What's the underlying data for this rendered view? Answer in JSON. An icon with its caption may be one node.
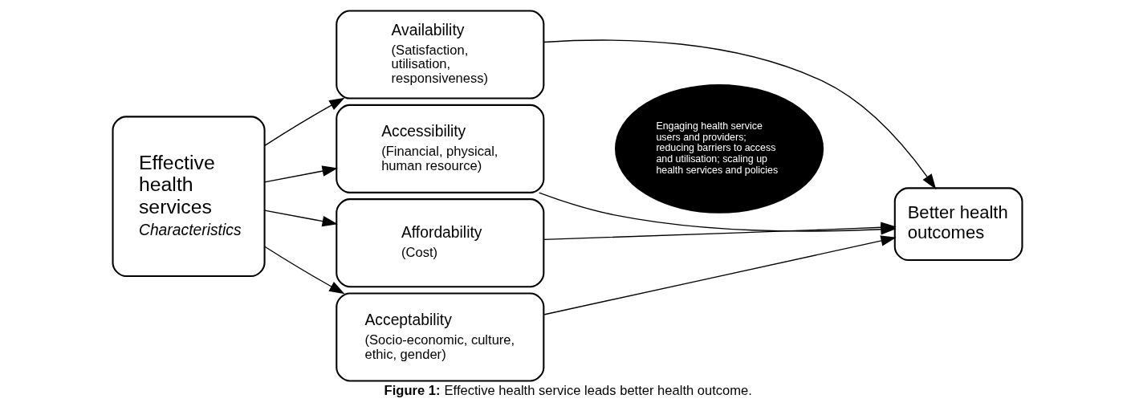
{
  "diagram": {
    "caption": "**Figure 1:** Effective health service leads better health outcome.",
    "nodes": [
      {
        "text": [
          "Effective health services",
          "Characteristics"
        ]
      },
      {
        "text": [
          "Availability",
          "(Satisfaction, utilisation, responsiveness)"
        ]
      },
      {
        "text": [
          "Accessibility",
          "(Financial, physical, human resource)"
        ]
      },
      {
        "text": [
          "Affordability",
          "(Cost)"
        ]
      },
      {
        "text": [
          "Acceptability",
          "(Socio-economic, culture, ethic, gender)"
        ]
      },
      {
        "text": [
          "Engaging health service users and providers; reducing barriers to access and utilisation; scaling up health services and policies"
        ]
      },
      {
        "text": [
          "Better health outcomes"
        ]
      }
    ],
    "edges": [
      {
        "from": 0,
        "to": 1,
        "arrow": "to"
      },
      {
        "from": 0,
        "to": 2,
        "arrow": "to"
      },
      {
        "from": 0,
        "to": 3,
        "arrow": "to"
      },
      {
        "from": 0,
        "to": 4,
        "arrow": "to"
      },
      {
        "from": 1,
        "to": 6,
        "arrow": "to"
      },
      {
        "from": 2,
        "to": 6,
        "arrow": "to"
      },
      {
        "from": 3,
        "to": 6,
        "arrow": "to"
      },
      {
        "from": 4,
        "to": 6,
        "arrow": "to"
      }
    ]
  }
}
